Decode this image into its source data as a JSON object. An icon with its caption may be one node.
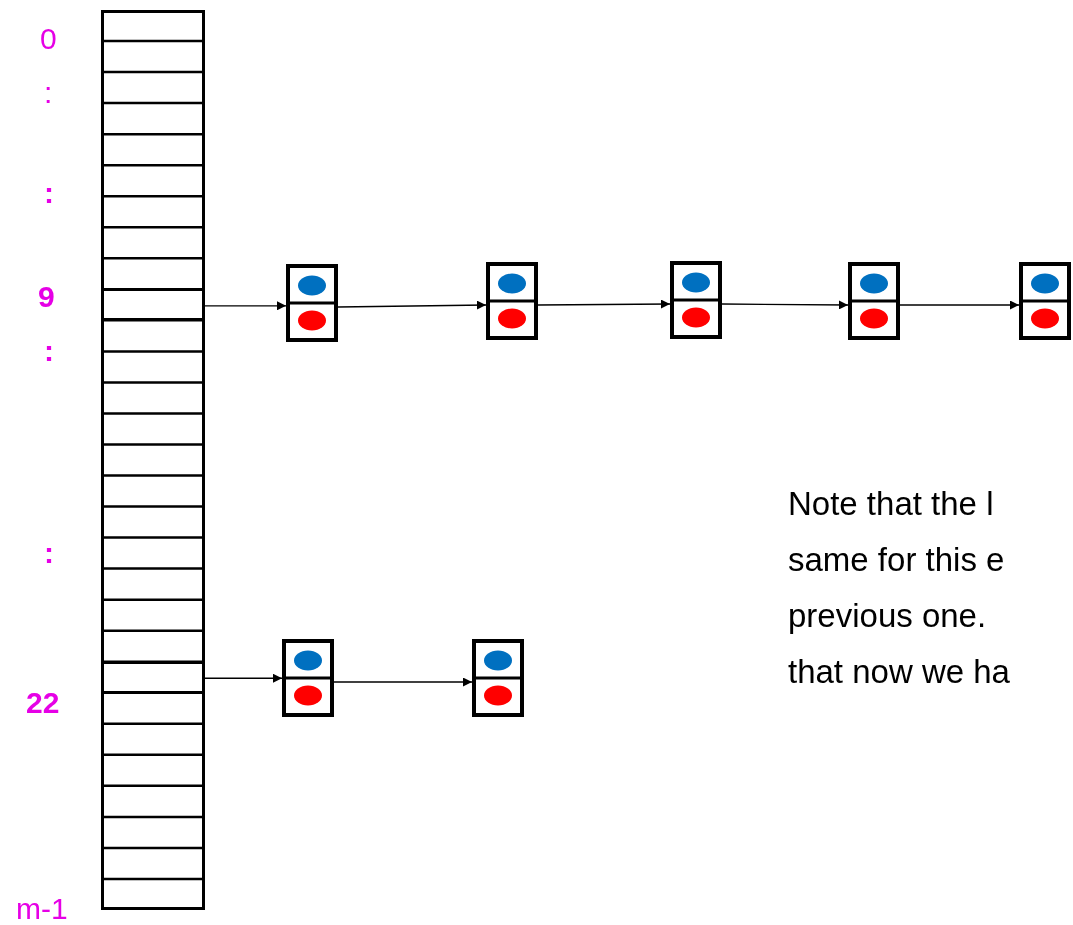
{
  "diagram": {
    "nodes": [
      {
        "text": [],
        "shape": "box"
      },
      {
        "text": [],
        "shape": "box",
        "in": 0
      },
      {
        "text": [],
        "shape": "box"
      },
      {
        "text": [],
        "shape": "box"
      },
      {
        "text": [],
        "shape": "box"
      },
      {
        "text": [],
        "shape": "box"
      },
      {
        "text": [],
        "shape": "box"
      },
      {
        "text": [],
        "shape": "box",
        "in": 0
      },
      {
        "text": [],
        "shape": "box"
      },
      {
        "text": [],
        "shape": "box"
      }
    ],
    "edges": [
      {
        "from": 1,
        "to": 2,
        "arrow": "to"
      },
      {
        "from": 2,
        "to": 3,
        "arrow": "to"
      },
      {
        "from": 3,
        "to": 4,
        "arrow": "to"
      },
      {
        "from": 4,
        "to": 5,
        "arrow": "to"
      },
      {
        "from": 5,
        "to": 6,
        "arrow": "to"
      },
      {
        "from": 7,
        "to": 8,
        "arrow": "to"
      },
      {
        "from": 8,
        "to": 9,
        "arrow": "to"
      }
    ],
    "labels": [
      "0",
      ":",
      ":",
      "9",
      ":",
      ":",
      "22",
      "m-1",
      "Note that the l",
      "same for this e",
      "previous one.",
      "that now we ha"
    ]
  }
}
